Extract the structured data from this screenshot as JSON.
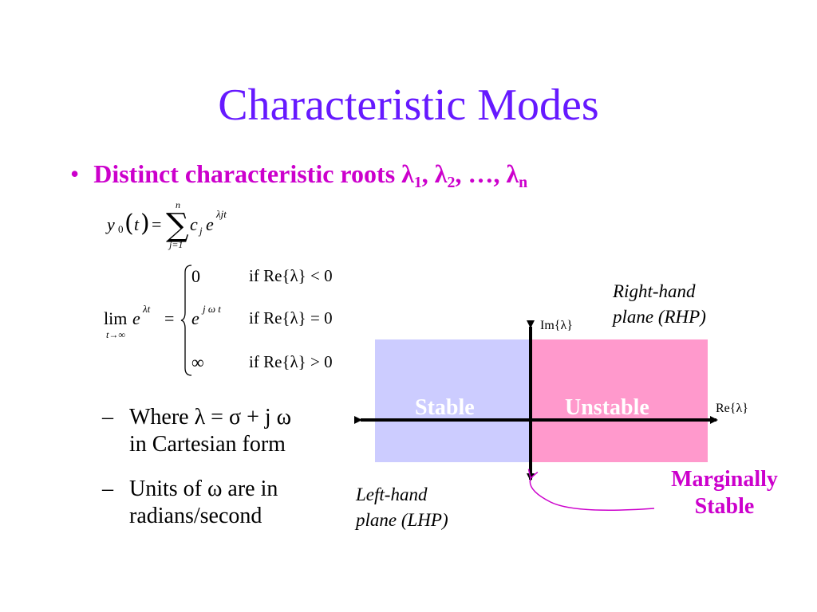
{
  "slide": {
    "title": "Characteristic Modes",
    "bullet": {
      "text": "Distinct characteristic roots",
      "roots": [
        "λ",
        "1",
        "λ",
        "2",
        "…",
        "λ",
        "n"
      ]
    },
    "equation1": {
      "lhs_y": "y",
      "lhs_sub": "0",
      "lhs_arg": "t",
      "sum_upper": "n",
      "sum_lower": "j=1",
      "term_c": "c",
      "term_j": "j",
      "term_e": "e",
      "exponent": "λjt"
    },
    "equation2": {
      "lim": "lim",
      "lim_sub": "t→∞",
      "e": "e",
      "exp": "λt",
      "cases": [
        {
          "value": "0",
          "cond": "if Re{λ} < 0"
        },
        {
          "value": "e",
          "value_exp": "j ω t",
          "cond": "if Re{λ} = 0"
        },
        {
          "value": "∞",
          "cond": "if Re{λ} > 0"
        }
      ]
    },
    "sub_bullets": [
      {
        "line1": "Where λ = σ + j ω",
        "line2": "in Cartesian form"
      },
      {
        "line1": "Units of ω are in",
        "line2": "radians/second"
      }
    ]
  },
  "diagram": {
    "im_axis_label": "Im{λ}",
    "re_axis_label": "Re{λ}",
    "stable_label": "Stable",
    "unstable_label": "Unstable",
    "rhp_label_1": "Right-hand",
    "rhp_label_2": "plane (RHP)",
    "lhp_label_1": "Left-hand",
    "lhp_label_2": "plane (LHP)",
    "marginal_label_1": "Marginally",
    "marginal_label_2": "Stable",
    "colors": {
      "stable_region": "#ccccff",
      "unstable_region": "#ff99cc",
      "marginal_text": "#cc00cc",
      "title": "#6619ff",
      "region_text": "#ffffff"
    }
  }
}
